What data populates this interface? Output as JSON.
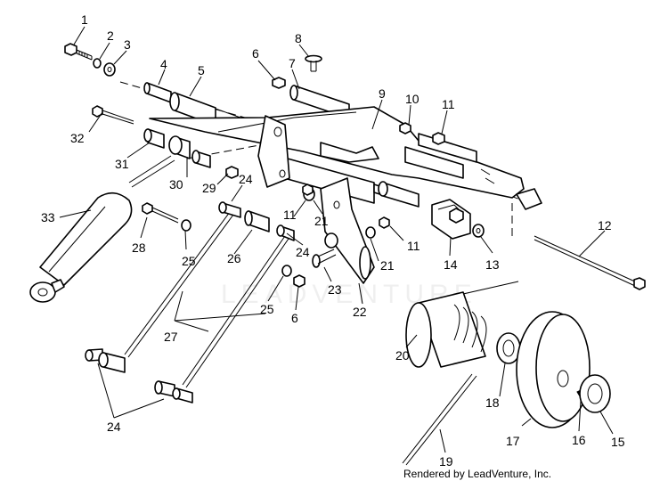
{
  "callouts": [
    {
      "id": "c1",
      "text": "1"
    },
    {
      "id": "c2",
      "text": "2"
    },
    {
      "id": "c3",
      "text": "3"
    },
    {
      "id": "c4",
      "text": "4"
    },
    {
      "id": "c5",
      "text": "5"
    },
    {
      "id": "c6a",
      "text": "6"
    },
    {
      "id": "c7",
      "text": "7"
    },
    {
      "id": "c8",
      "text": "8"
    },
    {
      "id": "c9",
      "text": "9"
    },
    {
      "id": "c10",
      "text": "10"
    },
    {
      "id": "c11a",
      "text": "11"
    },
    {
      "id": "c32",
      "text": "32"
    },
    {
      "id": "c31",
      "text": "31"
    },
    {
      "id": "c30",
      "text": "30"
    },
    {
      "id": "c29",
      "text": "29"
    },
    {
      "id": "c24a",
      "text": "24"
    },
    {
      "id": "c33",
      "text": "33"
    },
    {
      "id": "c28",
      "text": "28"
    },
    {
      "id": "c25a",
      "text": "25"
    },
    {
      "id": "c26",
      "text": "26"
    },
    {
      "id": "c24b",
      "text": "24"
    },
    {
      "id": "c11b",
      "text": "11"
    },
    {
      "id": "c21a",
      "text": "21"
    },
    {
      "id": "c11c",
      "text": "11"
    },
    {
      "id": "c21b",
      "text": "21"
    },
    {
      "id": "c14",
      "text": "14"
    },
    {
      "id": "c13",
      "text": "13"
    },
    {
      "id": "c12",
      "text": "12"
    },
    {
      "id": "c23",
      "text": "23"
    },
    {
      "id": "c25b",
      "text": "25"
    },
    {
      "id": "c6b",
      "text": "6"
    },
    {
      "id": "c22",
      "text": "22"
    },
    {
      "id": "c27",
      "text": "27"
    },
    {
      "id": "c20",
      "text": "20"
    },
    {
      "id": "c18",
      "text": "18"
    },
    {
      "id": "c17",
      "text": "17"
    },
    {
      "id": "c16",
      "text": "16"
    },
    {
      "id": "c15",
      "text": "15"
    },
    {
      "id": "c19",
      "text": "19"
    },
    {
      "id": "c24c",
      "text": "24"
    }
  ],
  "footer": {
    "text": "Rendered by LeadVenture, Inc."
  },
  "watermark": {
    "text": "LEADVENTURE"
  }
}
